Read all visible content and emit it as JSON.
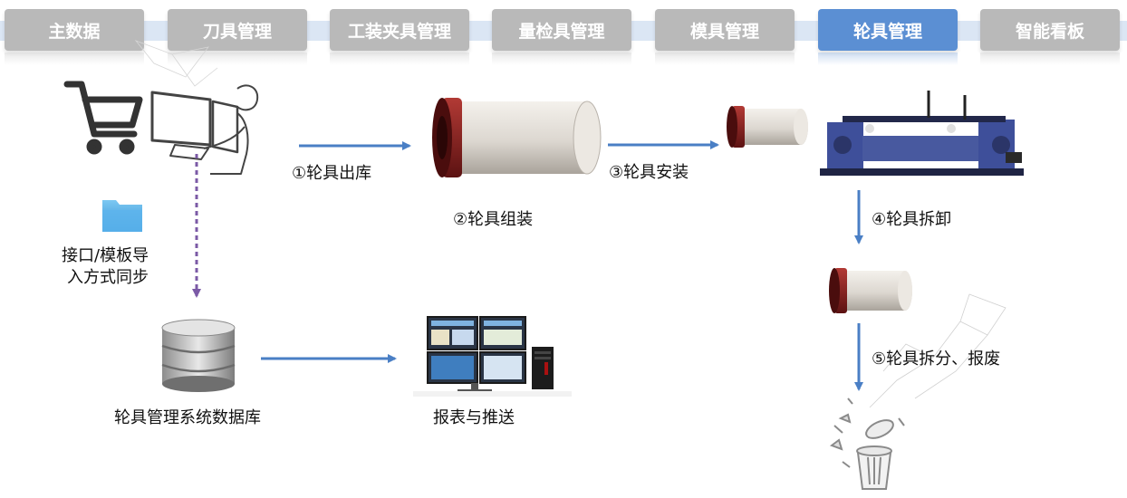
{
  "nav": {
    "tabs": [
      "主数据",
      "刀具管理",
      "工装夹具管理",
      "量检具管理",
      "模具管理",
      "轮具管理",
      "智能看板"
    ],
    "active_index": 5
  },
  "flow": {
    "step1": "①轮具出库",
    "step2": "②轮具组装",
    "step3": "③轮具安装",
    "step4": "④轮具拆卸",
    "step5": "⑤轮具拆分、报废",
    "sync_line1": "接口/模板导",
    "sync_line2": "入方式同步",
    "database": "轮具管理系统数据库",
    "report": "报表与推送"
  },
  "colors": {
    "tab_inactive": "#b9b9b9",
    "tab_active": "#5b8fd3",
    "arrow_blue": "#4a7fc5",
    "arrow_purple": "#7b5aa6",
    "roller_body": "#e8e4df",
    "roller_cap": "#8c1f1f"
  }
}
